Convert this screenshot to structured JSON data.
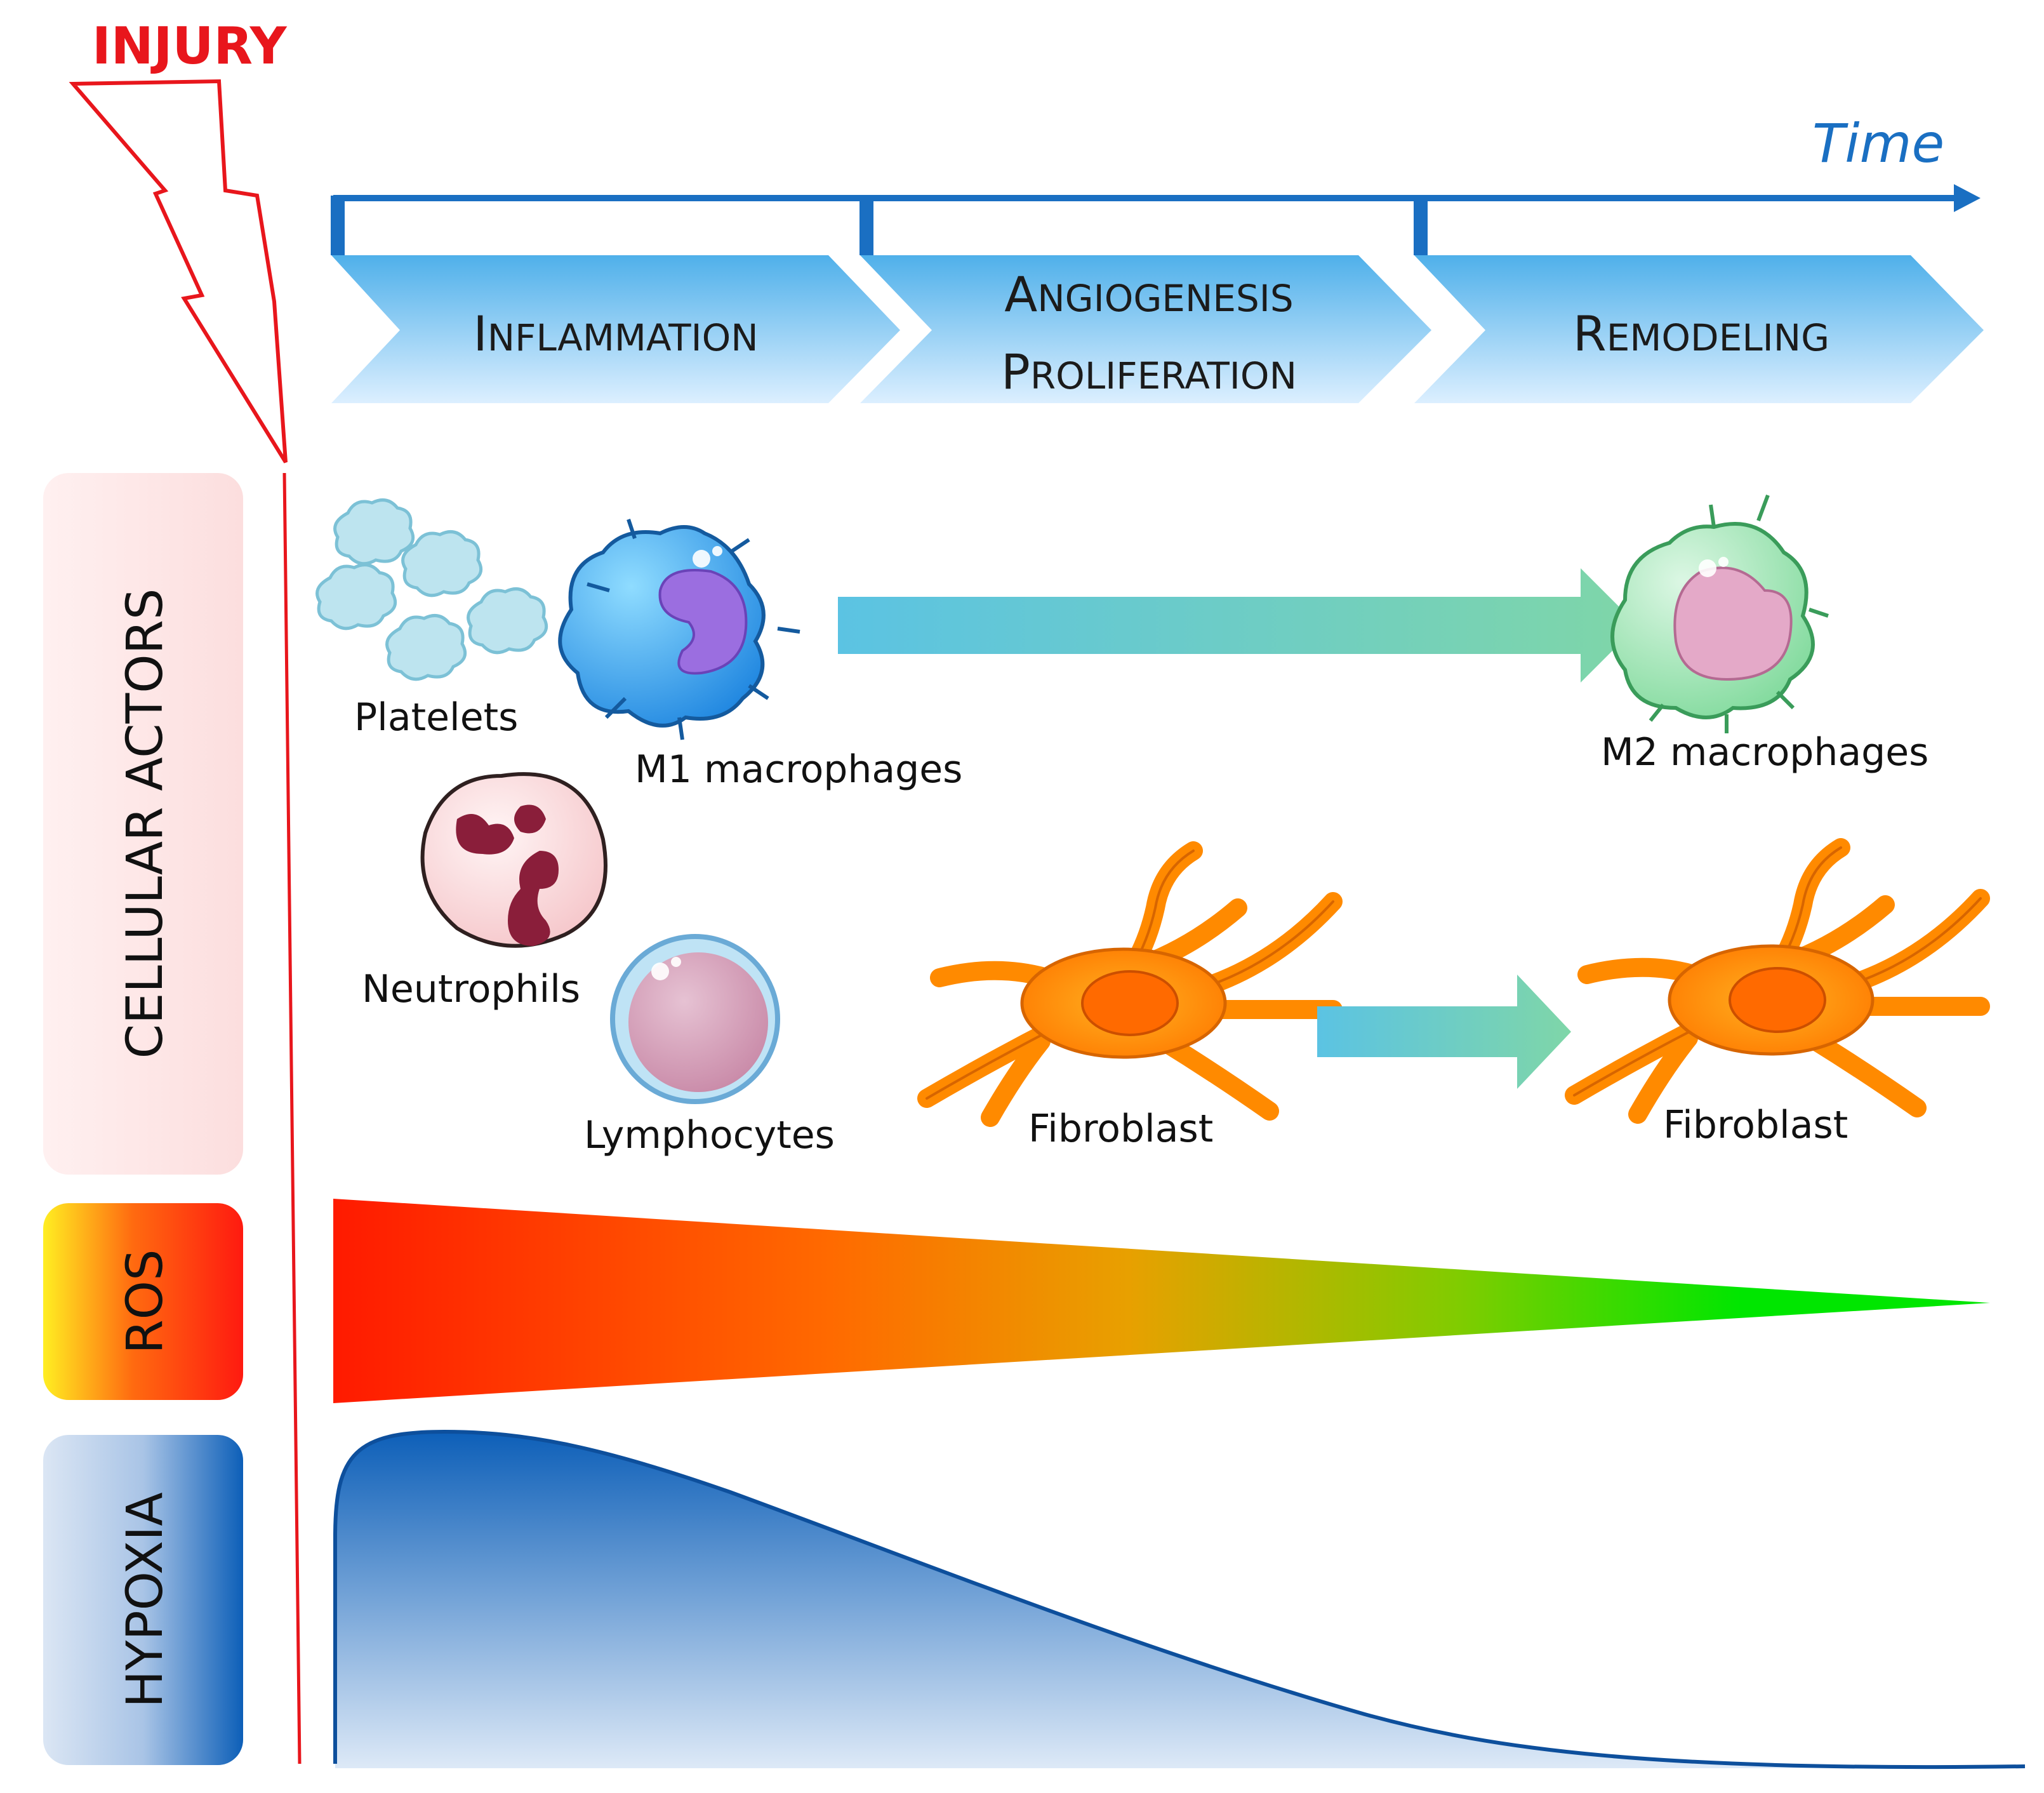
{
  "injury": {
    "label": "INJURY",
    "color": "#e8161c"
  },
  "time": {
    "label": "Time",
    "color": "#1a6fc2"
  },
  "phases": [
    {
      "lines": [
        {
          "first": "I",
          "rest": "NFLAMMATION"
        }
      ]
    },
    {
      "lines": [
        {
          "first": "A",
          "rest": "NGIOGENESIS"
        },
        {
          "first": "P",
          "rest": "ROLIFERATION"
        }
      ]
    },
    {
      "lines": [
        {
          "first": "R",
          "rest": "EMODELING"
        }
      ]
    }
  ],
  "side_labels": {
    "cellular": "CELLULAR ACTORS",
    "ros": "ROS",
    "hypoxia": "HYPOXIA"
  },
  "cells": {
    "platelets": "Platelets",
    "m1": "M1 macrophages",
    "m2": "M2 macrophages",
    "neutrophils": "Neutrophils",
    "lymphocytes": "Lymphocytes",
    "fibroblast_1": "Fibroblast",
    "fibroblast_2": "Fibroblast"
  },
  "colors": {
    "timeline_blue": "#1a6fc2",
    "ros_start": "#ff1a00",
    "ros_end": "#00e600",
    "hypoxia_blue": "#0d5fb8",
    "cellular_panel": "#fde4e4"
  }
}
